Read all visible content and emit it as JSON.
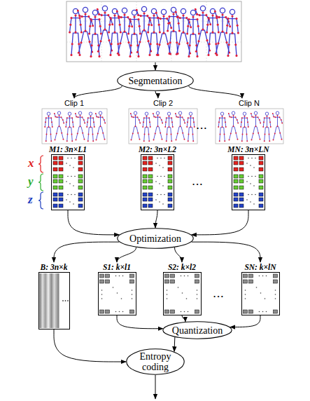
{
  "diagram": {
    "nodes": [
      {
        "text": [
          "Segmentation"
        ]
      },
      {
        "text": [
          "Clip 1"
        ]
      },
      {
        "text": [
          "Clip 2"
        ]
      },
      {
        "text": [
          "Clip N"
        ]
      },
      {
        "text": [
          "M1: 3n×L1"
        ]
      },
      {
        "text": [
          "M2: 3n×L2"
        ]
      },
      {
        "text": [
          "MN: 3n×LN"
        ]
      },
      {
        "text": [
          "Optimization"
        ]
      },
      {
        "text": [
          "B: 3n×k"
        ]
      },
      {
        "text": [
          "S1: k×l1"
        ]
      },
      {
        "text": [
          "S2: k×l2"
        ]
      },
      {
        "text": [
          "SN: k×lN"
        ]
      },
      {
        "text": [
          "Quantization"
        ]
      },
      {
        "text": [
          "Entropy coding"
        ]
      }
    ],
    "edges": [
      {
        "from": 0,
        "to": 1,
        "arrow": "to"
      },
      {
        "from": 0,
        "to": 2,
        "arrow": "to"
      },
      {
        "from": 0,
        "to": 3,
        "arrow": "to"
      },
      {
        "from": 4,
        "to": 7,
        "arrow": "to"
      },
      {
        "from": 5,
        "to": 7,
        "arrow": "to"
      },
      {
        "from": 6,
        "to": 7,
        "arrow": "to"
      },
      {
        "from": 7,
        "to": 8,
        "arrow": "to"
      },
      {
        "from": 7,
        "to": 9,
        "arrow": "to"
      },
      {
        "from": 7,
        "to": 10,
        "arrow": "to"
      },
      {
        "from": 7,
        "to": 11,
        "arrow": "to"
      },
      {
        "from": 9,
        "to": 12,
        "arrow": "to"
      },
      {
        "from": 10,
        "to": 12,
        "arrow": "to"
      },
      {
        "from": 11,
        "to": 12,
        "arrow": "to"
      },
      {
        "from": 8,
        "to": 13,
        "arrow": "to"
      },
      {
        "from": 12,
        "to": 13,
        "arrow": "to"
      }
    ],
    "labels": [
      "x",
      "y",
      "z",
      "• • •",
      "• • •",
      "• • •"
    ]
  }
}
